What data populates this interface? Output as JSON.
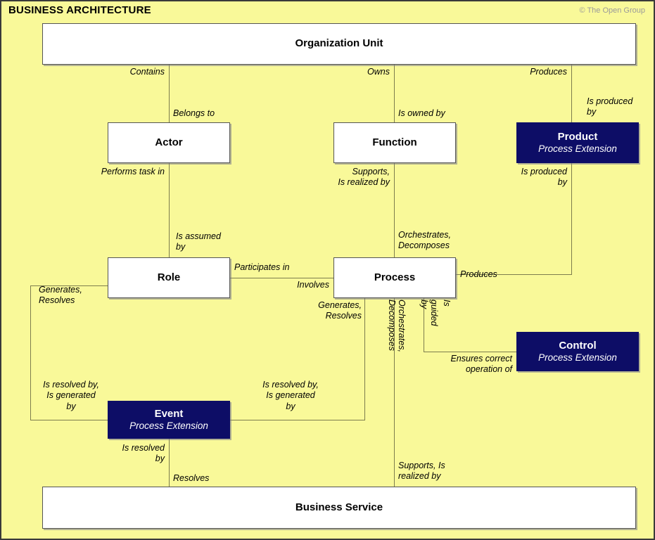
{
  "header": {
    "title": "BUSINESS ARCHITECTURE",
    "copyright": "© The Open Group"
  },
  "colors": {
    "background": "#f9f999",
    "extension_fill": "#0d0d66",
    "extension_text": "#ffffff",
    "plain_fill": "#ffffff",
    "line": "#7d7d4e",
    "border": "#3a3a3a"
  },
  "entities": [
    {
      "id": "organization-unit",
      "name": "Organization Unit",
      "subtitle": "",
      "style": "plain"
    },
    {
      "id": "actor",
      "name": "Actor",
      "subtitle": "",
      "style": "plain"
    },
    {
      "id": "function",
      "name": "Function",
      "subtitle": "",
      "style": "plain"
    },
    {
      "id": "product",
      "name": "Product",
      "subtitle": "Process Extension",
      "style": "extension"
    },
    {
      "id": "role",
      "name": "Role",
      "subtitle": "",
      "style": "plain"
    },
    {
      "id": "process",
      "name": "Process",
      "subtitle": "",
      "style": "plain"
    },
    {
      "id": "control",
      "name": "Control",
      "subtitle": "Process Extension",
      "style": "extension"
    },
    {
      "id": "event",
      "name": "Event",
      "subtitle": "Process Extension",
      "style": "extension"
    },
    {
      "id": "business-service",
      "name": "Business Service",
      "subtitle": "",
      "style": "plain"
    }
  ],
  "labels": {
    "contains": "Contains",
    "belongs_to": "Belongs to",
    "owns": "Owns",
    "is_owned_by": "Is owned by",
    "produces_top": "Produces",
    "is_produced_by_top": "Is produced\nby",
    "performs_task_in": "Performs task in",
    "supports_is_realized_by": "Supports,\nIs realized by",
    "is_produced_by_mid": "Is produced\nby",
    "is_assumed_by": "Is assumed\nby",
    "orchestrates_decomposes_fn": "Orchestrates,\nDecomposes",
    "participates_in": "Participates in",
    "involves": "Involves",
    "produces_process": "Produces",
    "generates_resolves_left": "Generates,\nResolves",
    "generates_resolves_right": "Generates,\nResolves",
    "orchestrates_decomposes_vert": "Orchestrates,",
    "decomposes_vert": "Decomposes",
    "is_guided_by_vert_a": "Is",
    "is_guided_by_vert_b": "guided",
    "is_guided_by_vert_c": "by",
    "ensures_correct_operation_of": "Ensures correct\noperation of",
    "is_resolved_by_is_generated_by_left": "Is resolved by,\nIs generated\nby",
    "is_resolved_by_is_generated_by_right": "Is resolved by,\nIs generated\nby",
    "is_resolved_by_event": "Is resolved\nby",
    "resolves": "Resolves",
    "supports_is_realized_by_bottom": "Supports, Is\nrealized by"
  }
}
